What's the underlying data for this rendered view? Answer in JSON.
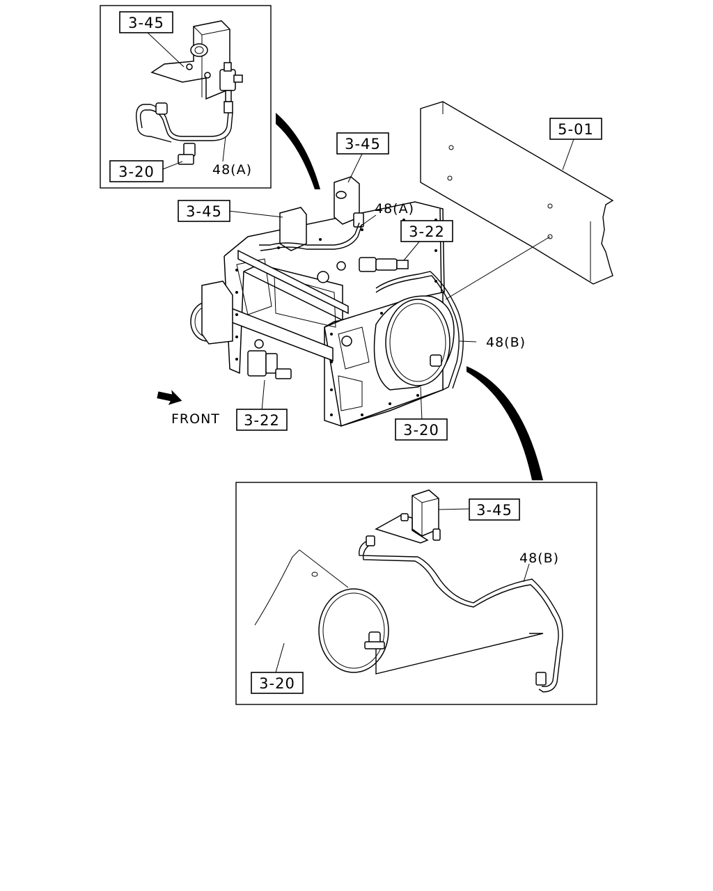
{
  "labels": {
    "inset_top_bracket": "3-45",
    "inset_top_fitting": "3-20",
    "inset_top_pipe": "48(A)",
    "frame": "5-01",
    "main_bracket_upper": "3-45",
    "main_bracket_left": "3-45",
    "main_pipe_a": "48(A)",
    "main_valve_right": "3-22",
    "main_pipe_b": "48(B)",
    "main_valve_bottom": "3-22",
    "main_tank": "3-20",
    "front": "FRONT",
    "inset_bottom_bracket": "3-45",
    "inset_bottom_pipe": "48(B)",
    "inset_bottom_tank": "3-20"
  },
  "colors": {
    "line": "#000000",
    "background": "#ffffff"
  },
  "icons": {
    "front_arrow": "front-arrow-icon"
  }
}
